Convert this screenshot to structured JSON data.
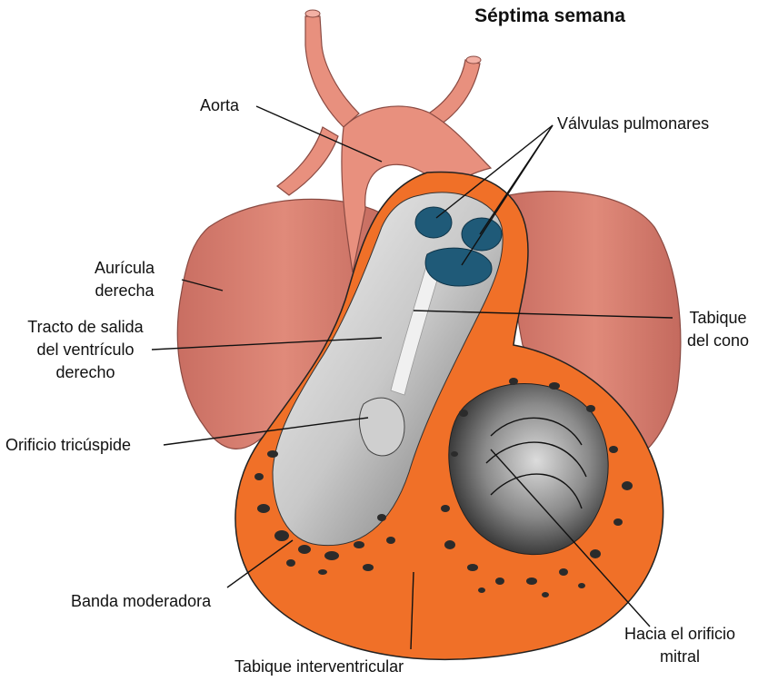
{
  "title": "Séptima semana",
  "labels": {
    "aorta": "Aorta",
    "valvulas": "Válvulas pulmonares",
    "auricula": [
      "Aurícula",
      "derecha"
    ],
    "tracto": [
      "Tracto de salida",
      "del ventrículo",
      "derecho"
    ],
    "tabique_cono": [
      "Tabique",
      "del cono"
    ],
    "orificio_tricuspide": "Orificio tricúspide",
    "banda": "Banda moderadora",
    "hacia_mitral": [
      "Hacia el orificio",
      "mitral"
    ],
    "tabique_interventricular": "Tabique interventricular"
  },
  "colors": {
    "vessel": "#e8907e",
    "atrium": "#d98072",
    "myocardium": "#f07028",
    "cavity_light": "#e4e4e4",
    "cavity_dark": "#2b2b2b",
    "valve": "#1f5a78"
  }
}
